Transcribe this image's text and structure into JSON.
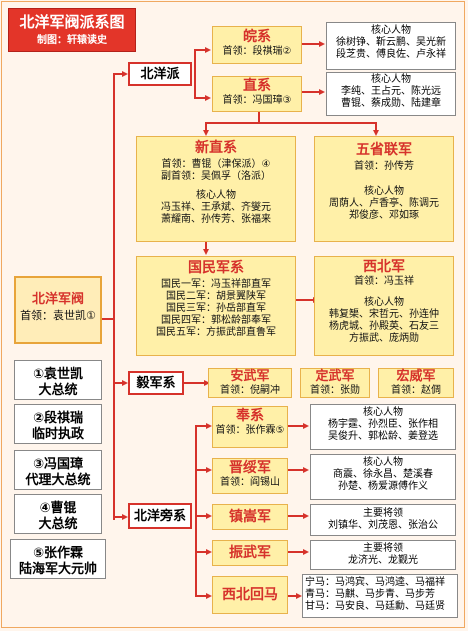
{
  "header": {
    "title": "北洋军阀派系图",
    "credit": "制图：轩辕读史"
  },
  "root": {
    "title": "北洋军阀",
    "leader": "首领：袁世凯①"
  },
  "presidents": [
    {
      "line1": "①袁世凯",
      "line2": "大总统"
    },
    {
      "line1": "②段祺瑞",
      "line2": "临时执政"
    },
    {
      "line1": "③冯国璋",
      "line2": "代理大总统"
    },
    {
      "line1": "④曹锟",
      "line2": "大总统"
    },
    {
      "line1": "⑤张作霖",
      "line2": "陆海军大元帅"
    }
  ],
  "branches": {
    "beiyang": "北洋派",
    "yi": "毅军系",
    "pang": "北洋旁系"
  },
  "wan": {
    "name": "皖系",
    "leader": "首领：段祺瑞②",
    "core_title": "核心人物",
    "core": [
      "徐树铮、靳云鹏、吴光新",
      "段芝贵、傅良佐、卢永祥"
    ]
  },
  "zhi": {
    "name": "直系",
    "leader": "首领：冯国璋③",
    "core_title": "核心人物",
    "core": [
      "李纯、王占元、陈光远",
      "曹锟、蔡成勋、陆建章"
    ]
  },
  "xinzhi": {
    "name": "新直系",
    "leader": "首领：曹锟（津保派）④",
    "vice": "副首领：吴佩孚（洛派）",
    "core_title": "核心人物",
    "core": [
      "冯玉祥、王承斌、齐燮元",
      "萧耀南、孙传芳、张福来"
    ]
  },
  "wusheng": {
    "name": "五省联军",
    "leader": "首领：孙传芳",
    "core_title": "核心人物",
    "core": [
      "周荫人、卢香亭、陈调元",
      "郑俊彦、邓如琢"
    ]
  },
  "guomin": {
    "name": "国民军系",
    "armies": [
      "国民一军：冯玉祥部直军",
      "国民二军：胡景翼陕军",
      "国民三军：孙岳部直军",
      "国民四军：郭松龄部奉军",
      "国民五军：方振武部直鲁军"
    ]
  },
  "xibei": {
    "name": "西北军",
    "leader": "首领：冯玉祥",
    "core_title": "核心人物",
    "core": [
      "韩复榘、宋哲元、孙连仲",
      "杨虎城、孙殿英、石友三",
      "方振武、庞炳勋"
    ]
  },
  "yi_items": [
    {
      "name": "安武军",
      "leader": "首领：倪嗣冲"
    },
    {
      "name": "定武军",
      "leader": "首领：张勋"
    },
    {
      "name": "宏威军",
      "leader": "首领：赵倜"
    }
  ],
  "feng": {
    "name": "奉系",
    "leader": "首领：张作霖⑤",
    "core_title": "核心人物",
    "core": [
      "杨宇霆、孙烈臣、张作相",
      "吴俊升、郭松龄、姜登选"
    ]
  },
  "jin": {
    "name": "晋绥军",
    "leader": "首领：阎锡山",
    "core_title": "核心人物",
    "core": [
      "商震、徐永昌、楚溪春",
      "孙楚、杨爱源傅作义"
    ]
  },
  "zhensong": {
    "name": "镇嵩军",
    "core_title": "主要将领",
    "core": [
      "刘镇华、刘茂恩、张治公"
    ]
  },
  "zhenwu": {
    "name": "振武军",
    "core_title": "主要将领",
    "core": [
      "龙济光、龙觐光"
    ]
  },
  "xibeihuima": {
    "name": "西北回马",
    "lines": [
      "宁马：马鸿宾、马鸿逵、马福祥",
      "青马：马麒、马步青、马步芳",
      "甘马：马安良、马廷勳、马廷贤"
    ]
  },
  "colors": {
    "accent": "#d6322b",
    "yellow": "#fff0a8",
    "border": "#e8b24c",
    "background": "#fff5ec"
  }
}
